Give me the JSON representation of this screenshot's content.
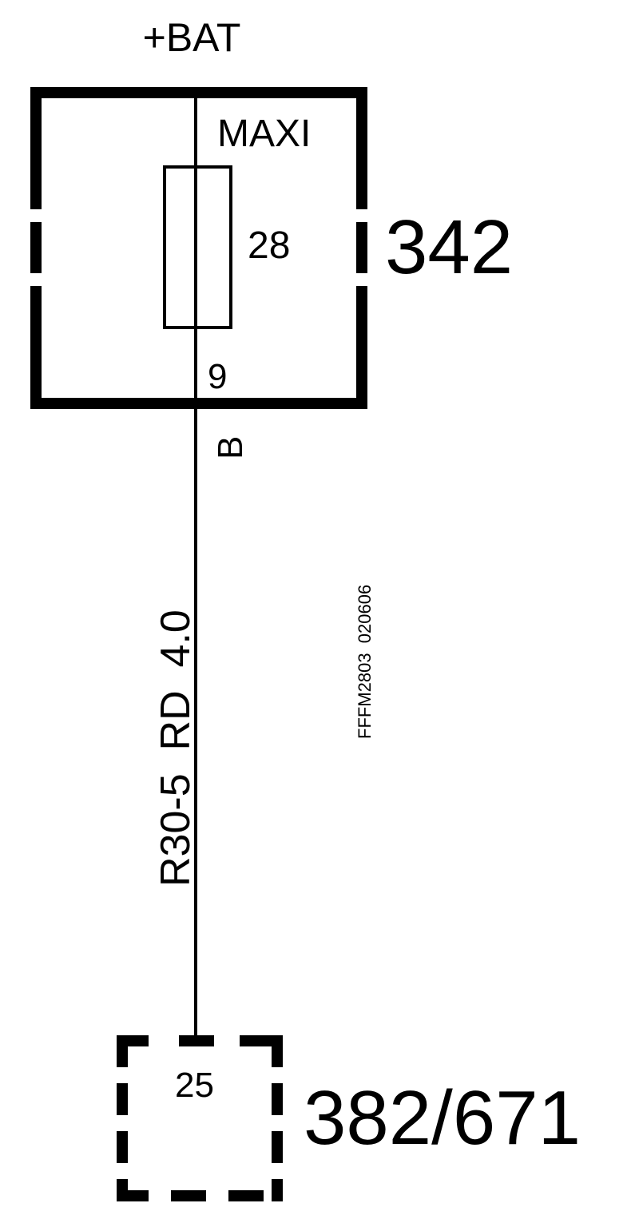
{
  "supply": {
    "label": "+BAT"
  },
  "fuse_box": {
    "type_label": "MAXI",
    "fuse_number": "28",
    "pin_number": "9",
    "component_id": "342"
  },
  "connector_label": "B",
  "wire": {
    "circuit": "R30-5",
    "color": "RD",
    "size": "4.0",
    "label": "R30-5  RD  4.0"
  },
  "target": {
    "pin_number": "25",
    "component_id": "382/671"
  },
  "drawing_code": "FFFM2803  020606",
  "colors": {
    "line": "#000000",
    "background": "#ffffff"
  }
}
